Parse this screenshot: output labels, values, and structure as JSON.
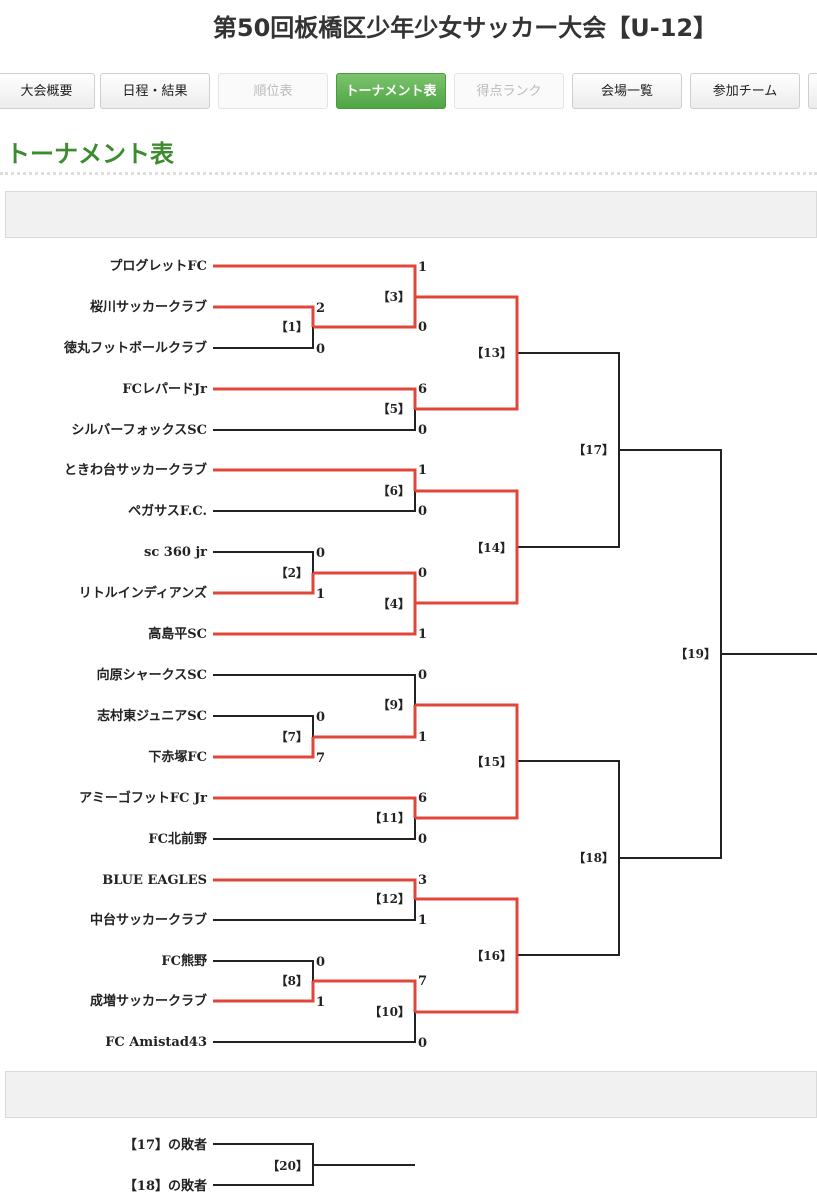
{
  "page_title": "第50回板橋区少年少女サッカー大会【U-12】",
  "tabs": [
    {
      "label": "大会概要",
      "state": "normal"
    },
    {
      "label": "日程・結果",
      "state": "normal"
    },
    {
      "label": "順位表",
      "state": "disabled"
    },
    {
      "label": "トーナメント表",
      "state": "active"
    },
    {
      "label": "得点ランク",
      "state": "disabled"
    },
    {
      "label": "会場一覧",
      "state": "normal"
    },
    {
      "label": "参加チーム",
      "state": "normal"
    }
  ],
  "section_title": "トーナメント表",
  "colors": {
    "winner_line": "#e0463a",
    "line": "#222222",
    "accent_green": "#3d8b2f"
  },
  "bracket": {
    "teams": [
      "プログレットFC",
      "桜川サッカークラブ",
      "徳丸フットボールクラブ",
      "FCレパードJr",
      "シルバーフォックスSC",
      "ときわ台サッカークラブ",
      "ペガサスF.C.",
      "sc 360 jr",
      "リトルインディアンズ",
      "高島平SC",
      "向原シャークスSC",
      "志村東ジュニアSC",
      "下赤塚FC",
      "アミーゴフットFC Jr",
      "FC北前野",
      "BLUE EAGLES",
      "中台サッカークラブ",
      "FC熊野",
      "成増サッカークラブ",
      "FC Amistad43"
    ],
    "match_labels": {
      "m1": "【1】",
      "m2": "【2】",
      "m3": "【3】",
      "m4": "【4】",
      "m5": "【5】",
      "m6": "【6】",
      "m7": "【7】",
      "m8": "【8】",
      "m9": "【9】",
      "m10": "【10】",
      "m11": "【11】",
      "m12": "【12】",
      "m13": "【13】",
      "m14": "【14】",
      "m15": "【15】",
      "m16": "【16】",
      "m17": "【17】",
      "m18": "【18】",
      "m19": "【19】"
    },
    "scores": {
      "m1_top": "2",
      "m1_bottom": "0",
      "m2_top": "0",
      "m2_bottom": "1",
      "m3_top": "1",
      "m3_bottom": "0",
      "m4_top": "0",
      "m4_bottom": "1",
      "m5_top": "6",
      "m5_bottom": "0",
      "m6_top": "1",
      "m6_bottom": "0",
      "m7_top": "0",
      "m7_bottom": "7",
      "m8_top": "0",
      "m8_bottom": "1",
      "m9_top": "0",
      "m9_bottom": "1",
      "m10_top": "7",
      "m10_bottom": "0",
      "m11_top": "6",
      "m11_bottom": "0",
      "m12_top": "3",
      "m12_bottom": "1"
    }
  },
  "third_place": {
    "entries": [
      "【17】の敗者",
      "【18】の敗者"
    ],
    "match_label": "【20】"
  }
}
